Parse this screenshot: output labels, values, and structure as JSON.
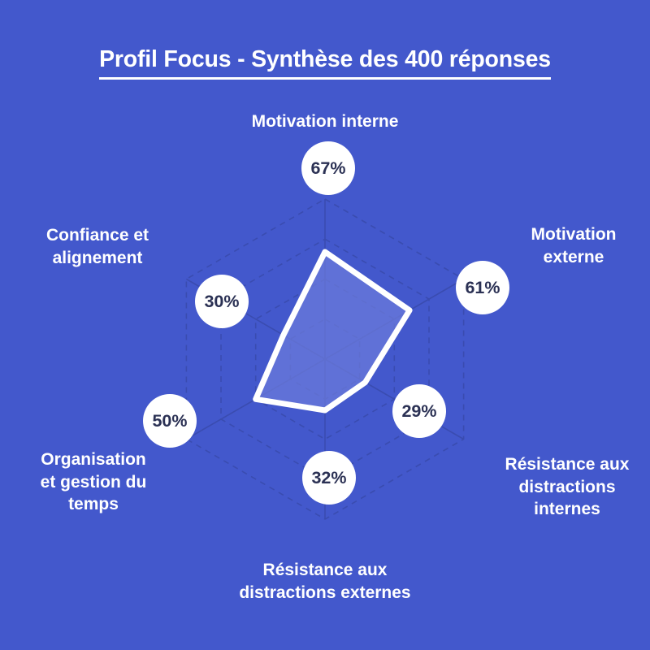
{
  "title": "Profil Focus - Synthèse des 400 réponses",
  "colors": {
    "background": "#4358cc",
    "polygon_fill": "#6c7bdb",
    "polygon_stroke": "#ffffff",
    "grid": "#3a4cb0",
    "bubble_background": "#ffffff",
    "bubble_text": "#2b3154",
    "label_text": "#ffffff"
  },
  "chart_data": {
    "type": "radar",
    "title": "Profil Focus - Synthèse des 400 réponses",
    "categories": [
      "Motivation interne",
      "Motivation externe",
      "Résistance aux distractions internes",
      "Résistance aux distractions externes",
      "Organisation et gestion du temps",
      "Confiance et alignement"
    ],
    "values": [
      67,
      61,
      29,
      32,
      50,
      30
    ],
    "value_labels": [
      "67%",
      "61%",
      "29%",
      "32%",
      "50%",
      "30%"
    ],
    "unit": "%",
    "rmin": 0,
    "rmax": 100,
    "rings": 4,
    "grid": true,
    "legend": "none",
    "xlabel": "",
    "ylabel": ""
  },
  "axis_labels": [
    "Motivation interne",
    "Motivation\nexterne",
    "Résistance aux\ndistractions\ninternes",
    "Résistance aux\ndistractions externes",
    "Organisation\net gestion du\ntemps",
    "Confiance et\nalignement"
  ],
  "bubbles": [
    "67%",
    "61%",
    "29%",
    "32%",
    "50%",
    "30%"
  ]
}
